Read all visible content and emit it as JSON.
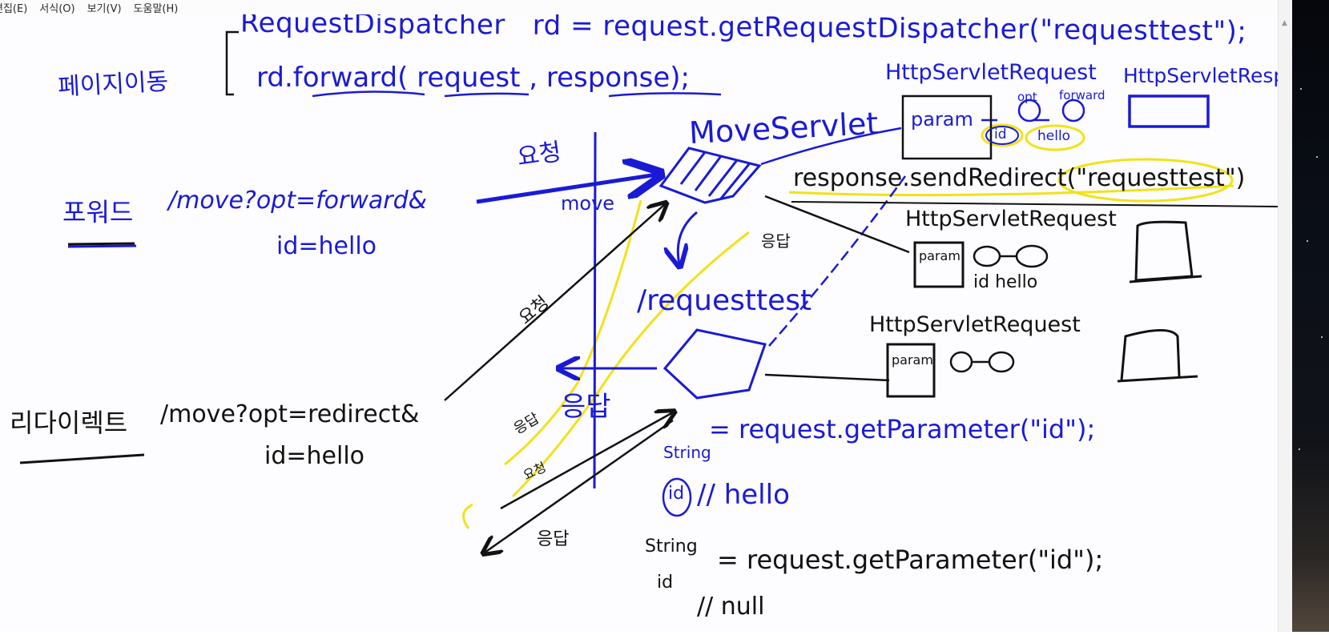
{
  "menu": {
    "items": [
      "편집(E)",
      "서식(O)",
      "보기(V)",
      "도움말(H)"
    ]
  },
  "colors": {
    "ink_blue": "#1a1ad6",
    "ink_black": "#111111",
    "highlight_yellow": "#f2e21a"
  },
  "notes": {
    "page_move": "페이지이동",
    "dispatcher_line": "RequestDispatcher   rd = request.getRequestDispatcher(\"requesttest\");",
    "forward_line": "rd.forward( request , response);",
    "forward_label": "포워드",
    "forward_url_line1": "/move?opt=forward&",
    "forward_url_line2": "id=hello",
    "request_1": "요청",
    "move_label": "move",
    "moveservlet_label": "MoveServlet",
    "http_req_1": "HttpServletRequest",
    "http_resp_1": "HttpServletResponse",
    "param_1": "param",
    "opt_label": "opt",
    "forward_value": "forward",
    "id_label": "id",
    "hello_value": "hello",
    "send_redirect_line": "response.sendRedirect(\"requesttest\")",
    "response_1": "응답",
    "http_req_2": "HttpServletRequest",
    "param_2": "param",
    "id_hello_2": "id hello",
    "request_2": "요청",
    "requesttest_label": "/requesttest",
    "http_req_3": "HttpServletRequest",
    "param_3": "param",
    "redirect_label": "리다이렉트",
    "redirect_url_line1": "/move?opt=redirect&",
    "redirect_url_line2": "id=hello",
    "response_2": "응답",
    "response_3": "응답",
    "request_3": "요청",
    "response_4": "응답",
    "get_param_line1": "= request.getParameter(\"id\");",
    "string_1": "String",
    "id_hello_3": "id",
    "id_hello_3_value": "// hello",
    "string_2": "String",
    "id_2": "id",
    "get_param_line2": "= request.getParameter(\"id\");",
    "null_value": "// null"
  }
}
